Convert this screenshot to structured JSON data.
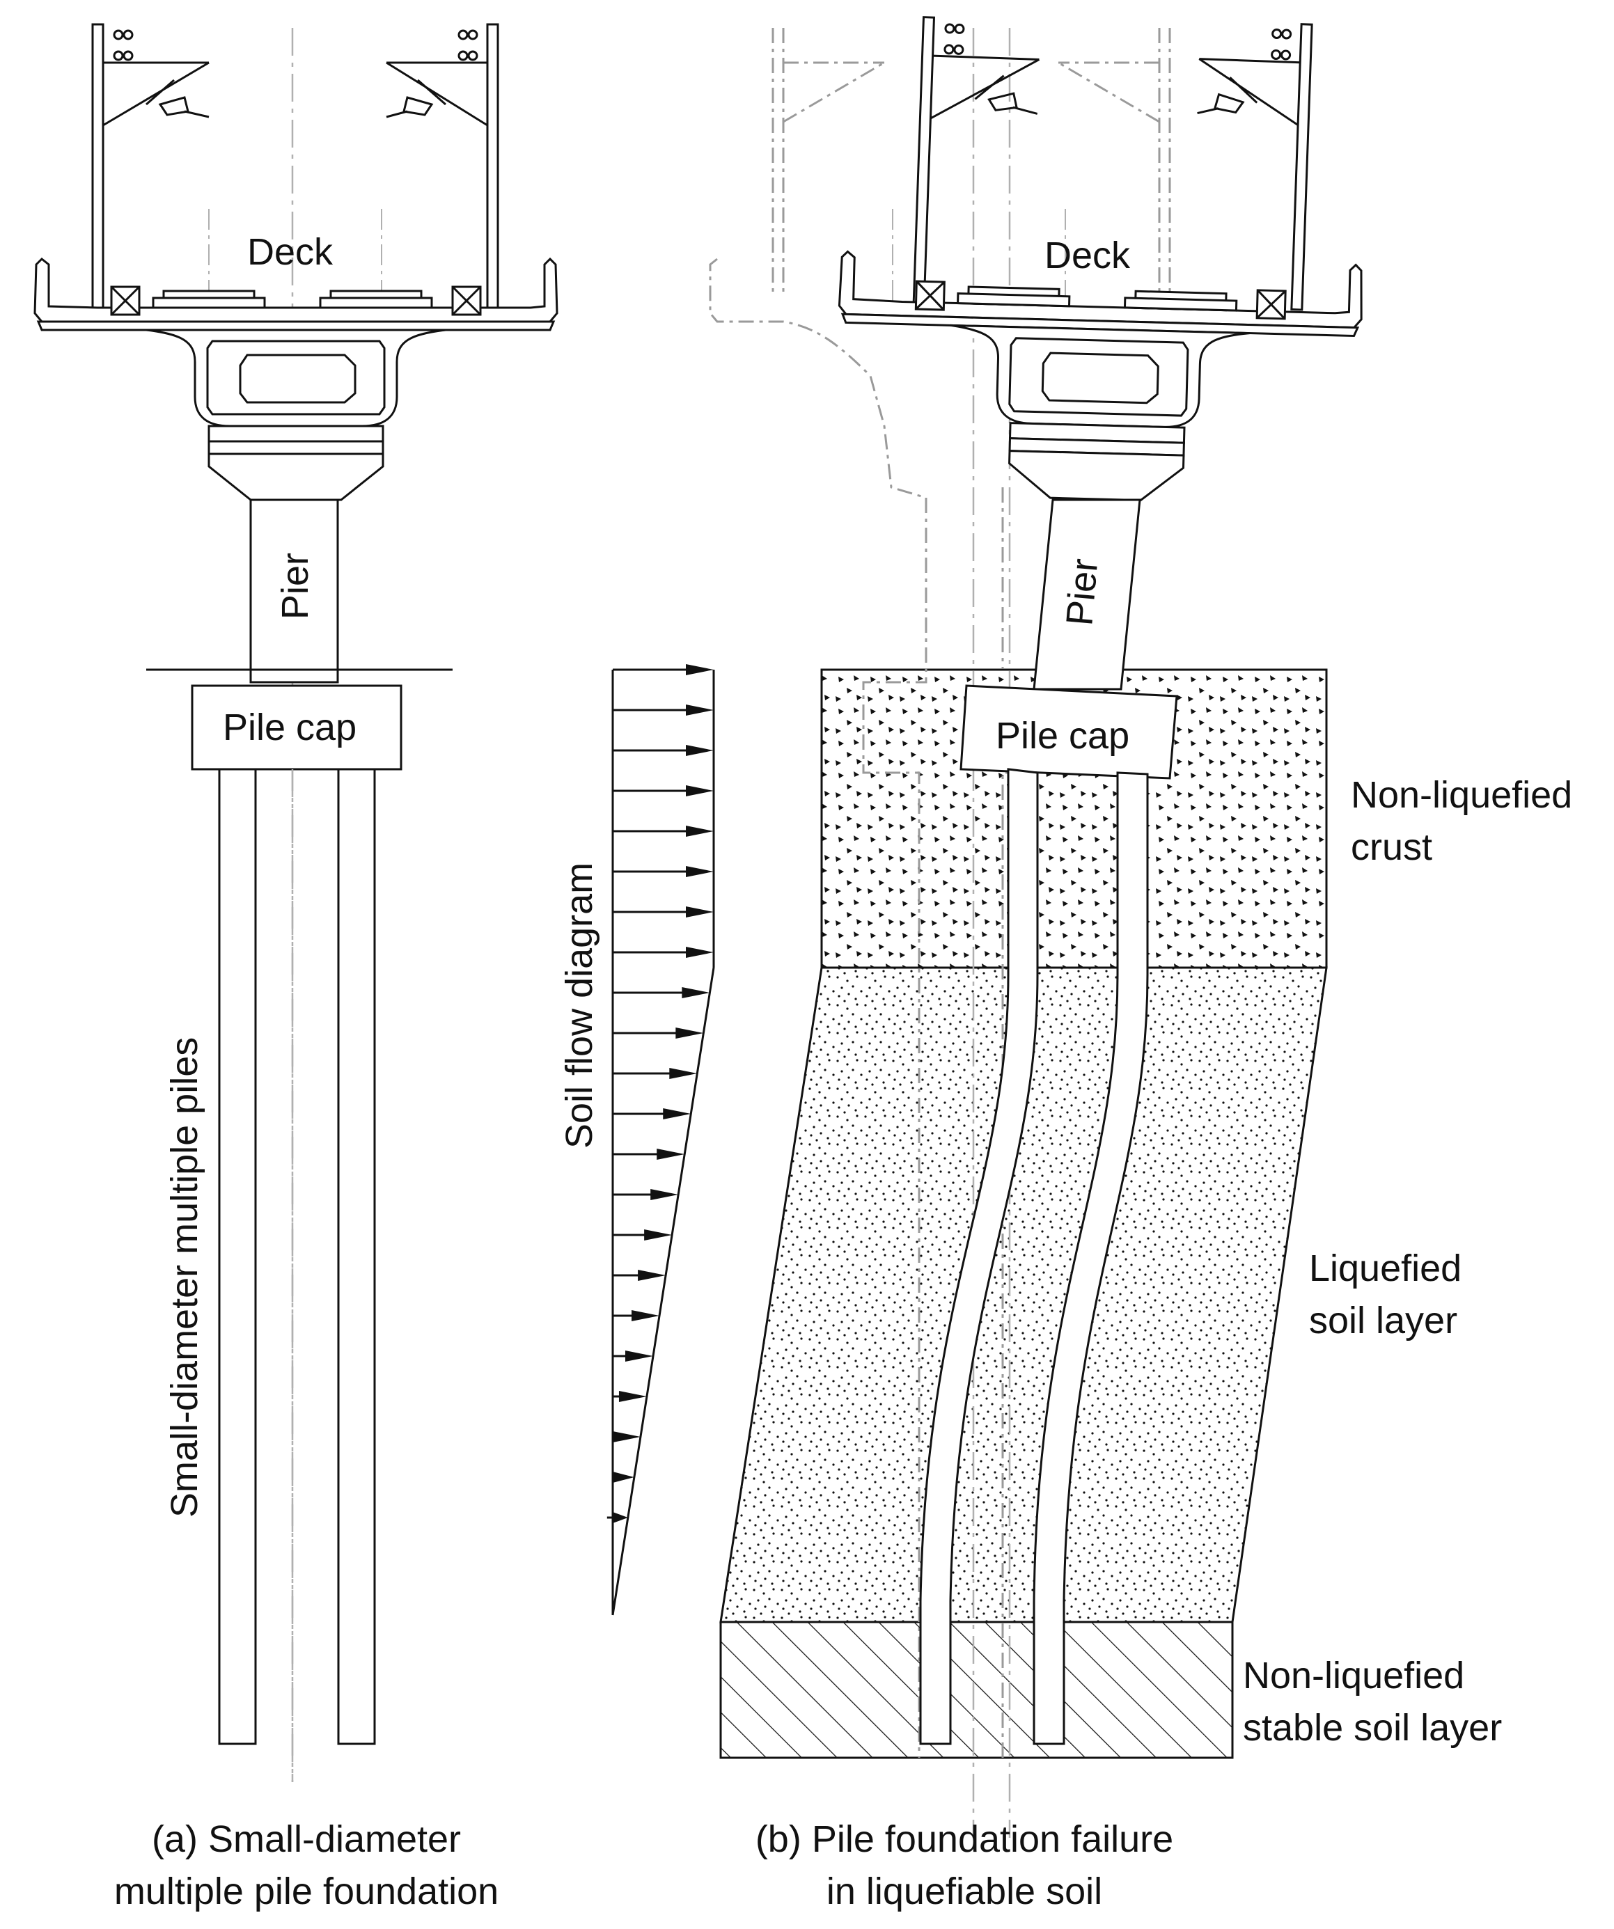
{
  "panel_a": {
    "deck_label": "Deck",
    "pier_label": "Pier",
    "pile_cap_label": "Pile cap",
    "piles_label": "Small-diameter multiple piles",
    "caption_line1": "(a) Small-diameter",
    "caption_line2": "multiple pile foundation"
  },
  "panel_b": {
    "deck_label": "Deck",
    "pier_label": "Pier",
    "pile_cap_label": "Pile cap",
    "soil_flow_label": "Soil flow diagram",
    "crust_line1": "Non-liquefied",
    "crust_line2": "crust",
    "liquefied_line1": "Liquefied",
    "liquefied_line2": "soil layer",
    "stable_line1": "Non-liquefied",
    "stable_line2": "stable soil layer",
    "caption_line1": "(b) Pile foundation failure",
    "caption_line2": "in liquefiable soil"
  },
  "colors": {
    "line": "#111111",
    "ghost": "#9a9a9a",
    "centerline": "#b0b0b0"
  }
}
